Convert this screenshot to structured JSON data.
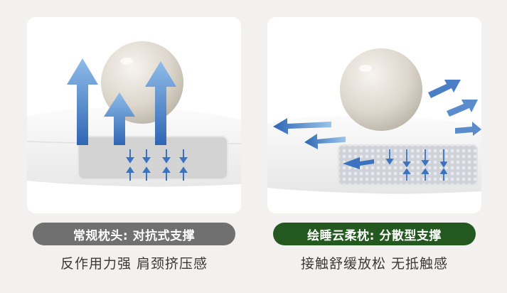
{
  "colors": {
    "badge_conventional": "#707070",
    "badge_brand": "#23591f",
    "arrow_blue": "#6e9fd6",
    "caption_text": "#3a3a3a"
  },
  "icons": {
    "conventional": [
      "ball-icon",
      "upward-arrow-icon",
      "pressure-arrow-icon"
    ],
    "brand": [
      "ball-icon",
      "outward-arrow-icon",
      "dispersed-arrow-icon"
    ]
  },
  "comparison": {
    "conventional": {
      "label": "常规枕头: 对抗式支撑",
      "caption": "反作用力强 肩颈挤压感"
    },
    "brand": {
      "label": "绘睡云柔枕: 分散型支撑",
      "caption": "接触舒缓放松 无抵触感"
    }
  }
}
